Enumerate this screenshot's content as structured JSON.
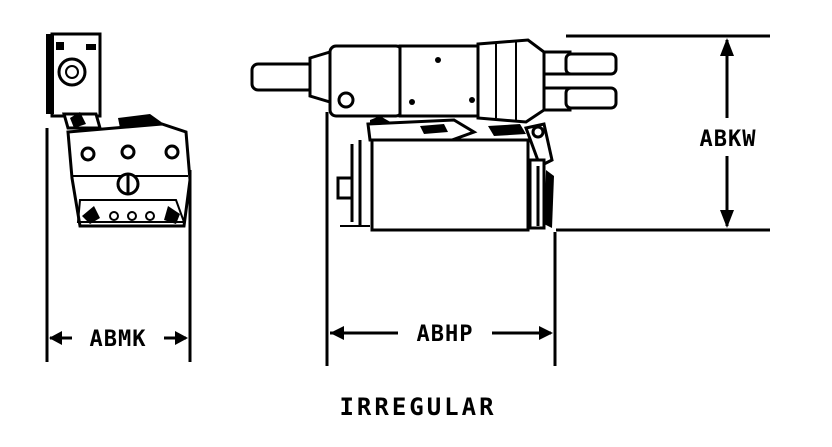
{
  "dimensions": {
    "width_label": "ABMK",
    "length_label": "ABHP",
    "height_label": "ABKW"
  },
  "caption": "IRREGULAR",
  "colors": {
    "ink": "#000000",
    "paper": "#ffffff"
  }
}
